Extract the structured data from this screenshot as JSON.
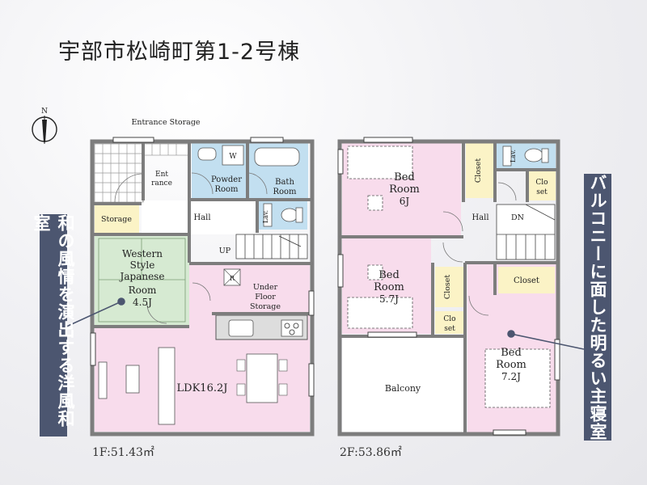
{
  "title": "宇部市松崎町第1-2号棟",
  "floor1": {
    "area_label": "1F:51.43㎡",
    "rooms": {
      "entrance_storage": "Entrance Storage",
      "entrance": [
        "Ent",
        "rance"
      ],
      "powder_room": [
        "Powder",
        "Room"
      ],
      "bath_room": [
        "Bath",
        "Room"
      ],
      "storage": "Storage",
      "hall": "Hall",
      "up": "UP",
      "lav": "Lav.",
      "western_room": [
        "Western",
        "Style",
        "Japanese",
        "Room",
        "4.5J"
      ],
      "under_floor": [
        "Under",
        "Floor",
        "Storage"
      ],
      "ldk": "LDK16.2J",
      "w_mark": "W",
      "r_mark": "R"
    }
  },
  "floor2": {
    "area_label": "2F:53.86㎡",
    "rooms": {
      "bed1": [
        "Bed",
        "Room",
        "6J"
      ],
      "closet1": "Closet",
      "lav": "Lav.",
      "closet_small1": [
        "Clo",
        "set"
      ],
      "hall": "Hall",
      "dn": "DN",
      "bed2": [
        "Bed",
        "Room",
        "5.7J"
      ],
      "closet2": "Closet",
      "closet_small2": [
        "Clo",
        "set"
      ],
      "closet3": "Closet",
      "bed3": [
        "Bed",
        "Room",
        "7.2J"
      ],
      "balcony": "Balcony"
    }
  },
  "callouts": {
    "left": "和の風情を演出する洋風和室",
    "right": "バルコニーに面した明るい主寝室"
  },
  "compass": {
    "label": "N"
  },
  "colors": {
    "bedroom_pink": "#f8dcec",
    "tatami_green": "#d6ead2",
    "bath_blue": "#c2dff0",
    "closet_yellow": "#fbf3c6",
    "wall_grey": "#808080",
    "banner": "#4c5670"
  }
}
